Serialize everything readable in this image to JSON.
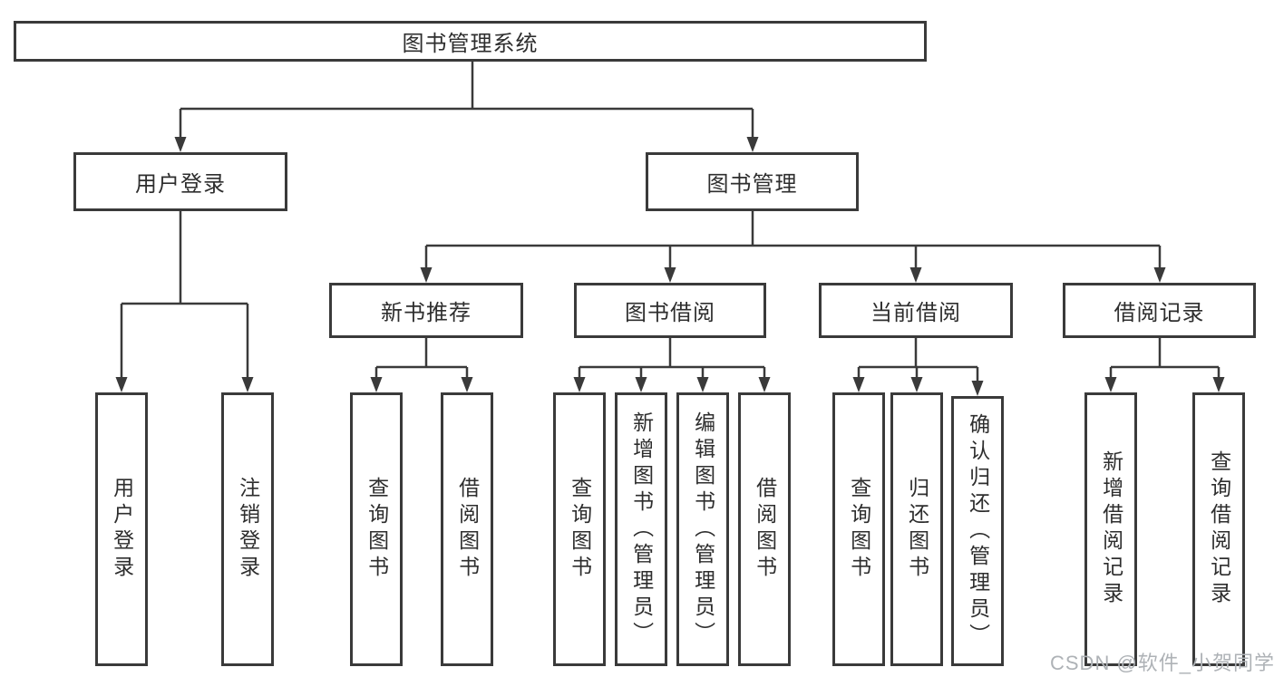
{
  "tree": {
    "root": {
      "label": "图书管理系统",
      "children": [
        {
          "label": "用户登录",
          "children": [
            {
              "label": "用户登录"
            },
            {
              "label": "注销登录"
            }
          ]
        },
        {
          "label": "图书管理",
          "children": [
            {
              "label": "新书推荐",
              "children": [
                {
                  "label": "查询图书"
                },
                {
                  "label": "借阅图书"
                }
              ]
            },
            {
              "label": "图书借阅",
              "children": [
                {
                  "label": "查询图书"
                },
                {
                  "label": "新增图书（管理员）"
                },
                {
                  "label": "编辑图书（管理员）"
                },
                {
                  "label": "借阅图书"
                }
              ]
            },
            {
              "label": "当前借阅",
              "children": [
                {
                  "label": "查询图书"
                },
                {
                  "label": "归还图书"
                },
                {
                  "label": "确认归还（管理员）"
                }
              ]
            },
            {
              "label": "借阅记录",
              "children": [
                {
                  "label": "新增借阅记录"
                },
                {
                  "label": "查询借阅记录"
                }
              ]
            }
          ]
        }
      ]
    }
  },
  "colors": {
    "line": "#3a3a3a",
    "text": "#2e2e2e",
    "watermark": "#aeb2b6"
  },
  "watermark": "CSDN @软件_小贺同学"
}
